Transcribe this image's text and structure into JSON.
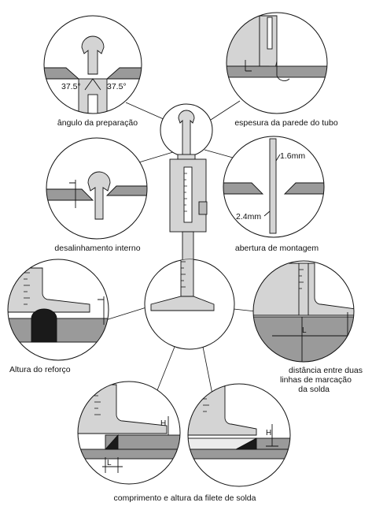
{
  "captions": {
    "angle": "ângulo da preparação",
    "wall": "espesura da parede do tubo",
    "misalign": "desalinhamento interno",
    "gap": "abertura de montagem",
    "reinforcement": "Altura do reforço",
    "distance_line1": "distância entre duas",
    "distance_line2": "linhas de marcação",
    "distance_line3": "da solda",
    "fillet": "comprimento e altura da filete de solda"
  },
  "labels": {
    "angle_left": "37.5°",
    "angle_right": "37.5°",
    "gap_top": "1.6mm",
    "gap_bottom": "2.4mm",
    "l": "L",
    "h": "H"
  },
  "colors": {
    "line": "#111111",
    "plate": "#9a9a9a",
    "gauge": "#d4d4d4",
    "weld": "#1a1a1a",
    "light": "#ececec"
  }
}
